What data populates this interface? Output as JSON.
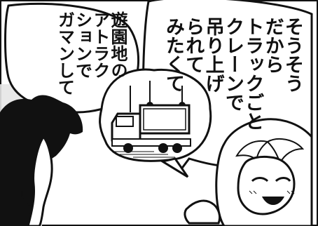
{
  "page": {
    "palette": {
      "ink": "#111111",
      "paper": "#ffffff",
      "bg_gray": "#e6e6e6"
    }
  },
  "bubbles": {
    "right": {
      "lines": [
        "そうそう",
        "だから",
        "トラックごと",
        "クレーンで",
        "吊り上げ",
        "られて",
        "みたくて"
      ]
    },
    "left": {
      "lines": [
        "遊園地の",
        "アトラク",
        "ションで",
        "ガマンして"
      ]
    }
  },
  "icons": {
    "truck": "truck-icon",
    "crane_cables": "crane-cables-icon"
  }
}
